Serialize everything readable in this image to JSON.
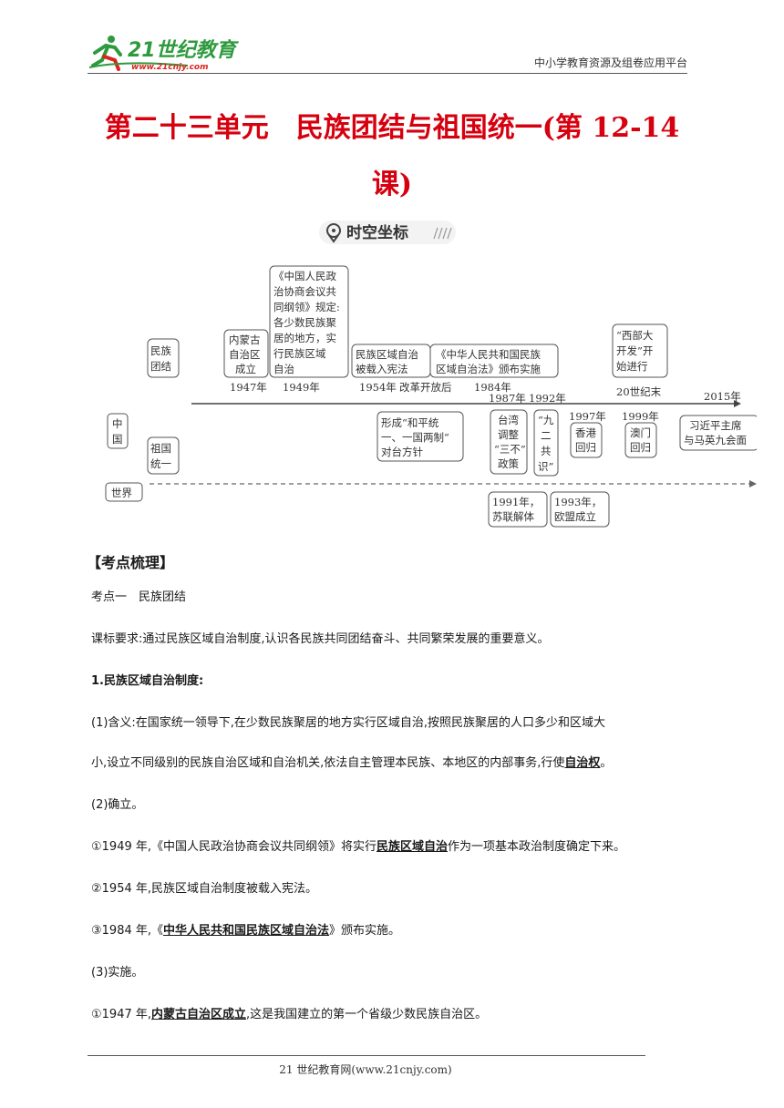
{
  "header": {
    "logo_text": "21世纪教育",
    "logo_url": "www.21cnjy.com",
    "right_text": "中小学教育资源及组卷应用平台"
  },
  "title": {
    "line1": "第二十三单元　民族团结与祖国统一(第 12-14",
    "line2": "课)"
  },
  "timeline": {
    "heading": "时空坐标",
    "left_labels": {
      "unity": [
        "民族",
        "团结"
      ],
      "china": [
        "中",
        "国"
      ],
      "reunify": [
        "祖国",
        "统一"
      ],
      "world": "世界"
    },
    "top_events": [
      {
        "lines": [
          "内蒙古",
          "自治区",
          "成立"
        ]
      },
      {
        "lines": [
          "《中国人民政",
          "治协商会议共",
          "同纲领》规定:",
          "各少数民族聚",
          "居的地方，实",
          "行民族区域",
          "自治"
        ]
      },
      {
        "lines": [
          "民族区域自治",
          "被载入宪法"
        ]
      },
      {
        "lines": [
          "《中华人民共和国民族",
          "区域自治法》颁布实施"
        ]
      },
      {
        "lines": [
          "“西部大",
          "开发”开",
          "始进行"
        ]
      }
    ],
    "axis_labels": [
      "1947年",
      "1949年",
      "1954年",
      "改革开放后",
      "1984年",
      "1987年",
      "1992年",
      "1997年",
      "1999年",
      "20世纪末",
      "2015年"
    ],
    "bottom_events": [
      {
        "lines": [
          "形成“和平统",
          "一、一国两制”",
          "对台方针"
        ]
      },
      {
        "lines": [
          "台湾",
          "调整",
          "“三不”",
          "政策"
        ]
      },
      {
        "lines": [
          "“九",
          "二",
          "共",
          "识”"
        ]
      },
      {
        "lines": [
          "香港",
          "回归"
        ]
      },
      {
        "lines": [
          "澳门",
          "回归"
        ]
      },
      {
        "lines": [
          "习近平主席",
          "与马英九会面"
        ]
      }
    ],
    "world_events": [
      {
        "lines": [
          "1991年，",
          "苏联解体"
        ]
      },
      {
        "lines": [
          "1993年，",
          "欧盟成立"
        ]
      }
    ]
  },
  "content": {
    "section_heading": "【考点梳理】",
    "point1": "考点一　民族团结",
    "requirement": "课标要求:通过民族区域自治制度,认识各民族共同团结奋斗、共同繁荣发展的重要意义。",
    "h1": "1.民族区域自治制度:",
    "def_a": "(1)含义:在国家统一领导下,在少数民族聚居的地方实行区域自治,按照民族聚居的人口多少和区域大",
    "def_b": "小,设立不同级别的民族自治区域和自治机关,依法自主管理本民族、本地区的内部事务,行使",
    "def_u": "自治权",
    "def_end": "。",
    "est_h": "(2)确立。",
    "e1_a": "①1949 年,《中国人民政治协商会议共同纲领》将实行",
    "e1_u": "民族区域自治",
    "e1_b": "作为一项基本政治制度确定下来。",
    "e2": "②1954 年,民族区域自治制度被载入宪法。",
    "e3_a": "③1984 年,《",
    "e3_u": "中华人民共和国民族区域自治法",
    "e3_b": "》颁布实施。",
    "impl_h": "(3)实施。",
    "i1_a": "①1947 年,",
    "i1_u": "内蒙古自治区成立",
    "i1_b": ",这是我国建立的第一个省级少数民族自治区。"
  },
  "footer": {
    "text": "21 世纪教育网(www.21cnjy.com)"
  },
  "colors": {
    "title": "#d6000f",
    "logo_green": "#2e9a3e",
    "logo_red": "#d9251c"
  }
}
